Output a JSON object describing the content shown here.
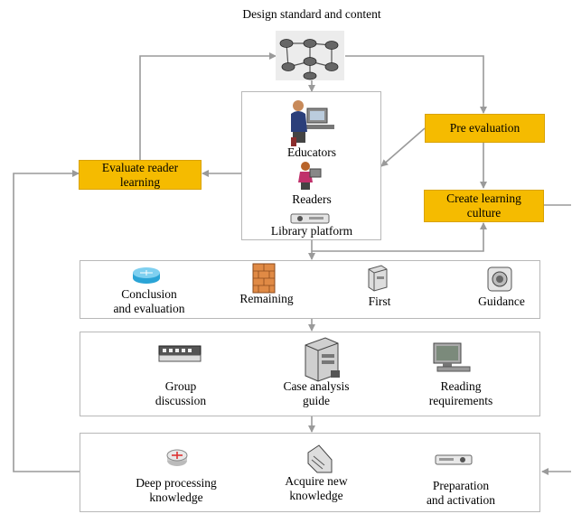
{
  "title": "Design standard and content",
  "nodes": {
    "evaluate": "Evaluate reader learning",
    "evaluate_l1": "Evaluate reader",
    "evaluate_l2": "learning",
    "pre_eval": "Pre evaluation",
    "create_l1": "Create learning",
    "create_l2": "culture"
  },
  "center": {
    "educators": "Educators",
    "readers": "Readers",
    "platform": "Library platform"
  },
  "row1": {
    "conclusion_l1": "Conclusion",
    "conclusion_l2": "and evaluation",
    "remaining": "Remaining",
    "first": "First",
    "guidance": "Guidance"
  },
  "row2": {
    "group_l1": "Group",
    "group_l2": "discussion",
    "case_l1": "Case analysis",
    "case_l2": "guide",
    "reading_l1": "Reading",
    "reading_l2": "requirements"
  },
  "row3": {
    "deep_l1": "Deep processing",
    "deep_l2": "knowledge",
    "acquire_l1": "Acquire new",
    "acquire_l2": "knowledge",
    "prep_l1": "Preparation",
    "prep_l2": "and activation"
  },
  "icons": [
    "network-icon",
    "educator-icon",
    "reader-icon",
    "projector-icon",
    "router-icon",
    "firewall-icon",
    "server-icon",
    "camera-icon",
    "switch-icon",
    "tower-server-icon",
    "monitor-icon",
    "router-red-icon",
    "storage-icon",
    "projector-icon"
  ],
  "colors": {
    "accent": "#f5bb00",
    "line": "#9a9a9a",
    "border": "#b8b8b8"
  }
}
